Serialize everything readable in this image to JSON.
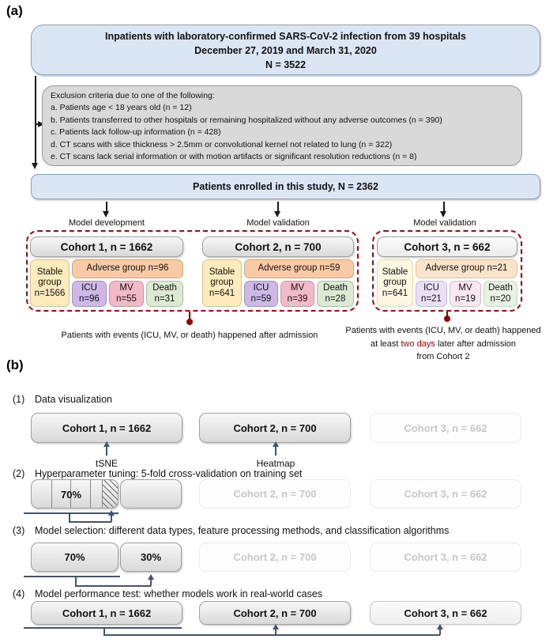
{
  "panel_a": {
    "label": "(a)",
    "top_box": {
      "line1": "Inpatients with laboratory-confirmed SARS-CoV-2 infection from 39 hospitals",
      "line2": "December 27, 2019 and March 31, 2020",
      "line3": "N = 3522"
    },
    "exclusion_box": {
      "lines": [
        "Exclusion criteria due to one of the following:",
        "a. Patients age < 18 years old (n = 12)",
        "b. Patients transferred to other hospitals or remaining hospitalized without any adverse outcomes (n = 390)",
        "c. Patients lack follow-up information (n = 428)",
        "d. CT scans with slice thickness > 2.5mm or convolutional kernel not related to lung (n = 322)",
        "e. CT scans lack serial information or with motion artifacts or significant resolution reductions (n = 8)"
      ]
    },
    "enrolled_box": "Patients enrolled in this study, N = 2362",
    "branch_labels": [
      "Model development",
      "Model validation",
      "Model validation"
    ],
    "cohorts": [
      {
        "title": "Cohort 1, n = 1662",
        "stable": [
          "Stable",
          "group",
          "n=1566"
        ],
        "adverse": "Adverse group n=96",
        "icu": [
          "ICU",
          "n=96"
        ],
        "mv": [
          "MV",
          "n=55"
        ],
        "death": [
          "Death",
          "n=31"
        ]
      },
      {
        "title": "Cohort 2, n = 700",
        "stable": [
          "Stable",
          "group",
          "n=641"
        ],
        "adverse": "Adverse group n=59",
        "icu": [
          "ICU",
          "n=59"
        ],
        "mv": [
          "MV",
          "n=39"
        ],
        "death": [
          "Death",
          "n=28"
        ]
      },
      {
        "title": "Cohort 3, n = 662",
        "stable": [
          "Stable",
          "group",
          "n=641"
        ],
        "adverse": "Adverse group n=21",
        "icu": [
          "ICU",
          "n=21"
        ],
        "mv": [
          "MV",
          "n=19"
        ],
        "death": [
          "Death",
          "n=20"
        ]
      }
    ],
    "annotation_left": "Patients with events (ICU, MV, or death) happened after admission",
    "annotation_right": {
      "line1": "Patients with events (ICU, MV, or death) happened",
      "line2_pre": "at least ",
      "line2_red": "two days",
      "line2_post": " later after admission",
      "line3": "from Cohort 2"
    }
  },
  "panel_b": {
    "label": "(b)",
    "steps": [
      {
        "num": "(1)",
        "title": "Data visualization"
      },
      {
        "num": "(2)",
        "title": "Hyperparameter tuning: 5-fold cross-validation on training set"
      },
      {
        "num": "(3)",
        "title": "Model selection: different data types, feature processing methods, and classification algorithms"
      },
      {
        "num": "(4)",
        "title": "Model performance test: whether models work in real-world cases"
      }
    ],
    "cohort1": "Cohort 1, n = 1662",
    "cohort2": "Cohort 2, n = 700",
    "cohort3": "Cohort 3, n = 662",
    "train_pct": "70%",
    "test_pct": "30%",
    "tsne_label": "tSNE",
    "heatmap_label": "Heatmap"
  },
  "colors": {
    "dashed_border_red": "#c00000",
    "connector_dark_red": "#9c0006",
    "connector_slate": "#44546a",
    "blue_fill": "#dbe6f4",
    "gray_fill": "#d9d9d9"
  }
}
